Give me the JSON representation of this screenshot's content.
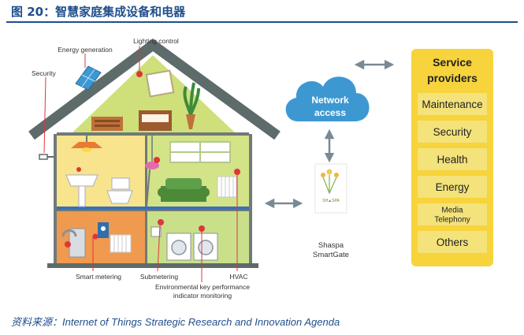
{
  "figure": {
    "title": "图 20：智慧家庭集成设备和电器",
    "source": "资料来源：Internet of Things Strategic Research and Innovation Agenda"
  },
  "house_labels": {
    "lighting_control": "Lighting control",
    "energy_generation": "Energy generation",
    "security": "Security",
    "smart_metering": "Smart metering",
    "submetering": "Submetering",
    "env_line1": "Environmental key performance",
    "env_line2": "indicator monitoring",
    "hvac": "HVAC"
  },
  "network": {
    "line1": "Network",
    "line2": "access"
  },
  "gateway": {
    "device_text": "SH▲SPA",
    "line1": "Shaspa",
    "line2": "SmartGate"
  },
  "service_panel": {
    "title_line1": "Service",
    "title_line2": "providers",
    "items": [
      {
        "label": "Maintenance"
      },
      {
        "label": "Security"
      },
      {
        "label": "Health"
      },
      {
        "label": "Energy"
      },
      {
        "label": "Media\nTelephony"
      },
      {
        "label": "Others"
      }
    ]
  },
  "colors": {
    "roof": "#5e6b6b",
    "attic": "#cfe07a",
    "room_yellow": "#f7e48c",
    "room_green": "#d3e387",
    "basement_orange": "#ef9a4e",
    "basement_green": "#c9df8a",
    "cloud": "#3d98d2",
    "panel_outer": "#f7d33c",
    "panel_inner": "#f4e27a",
    "accent_text": "#1f4e8c"
  }
}
